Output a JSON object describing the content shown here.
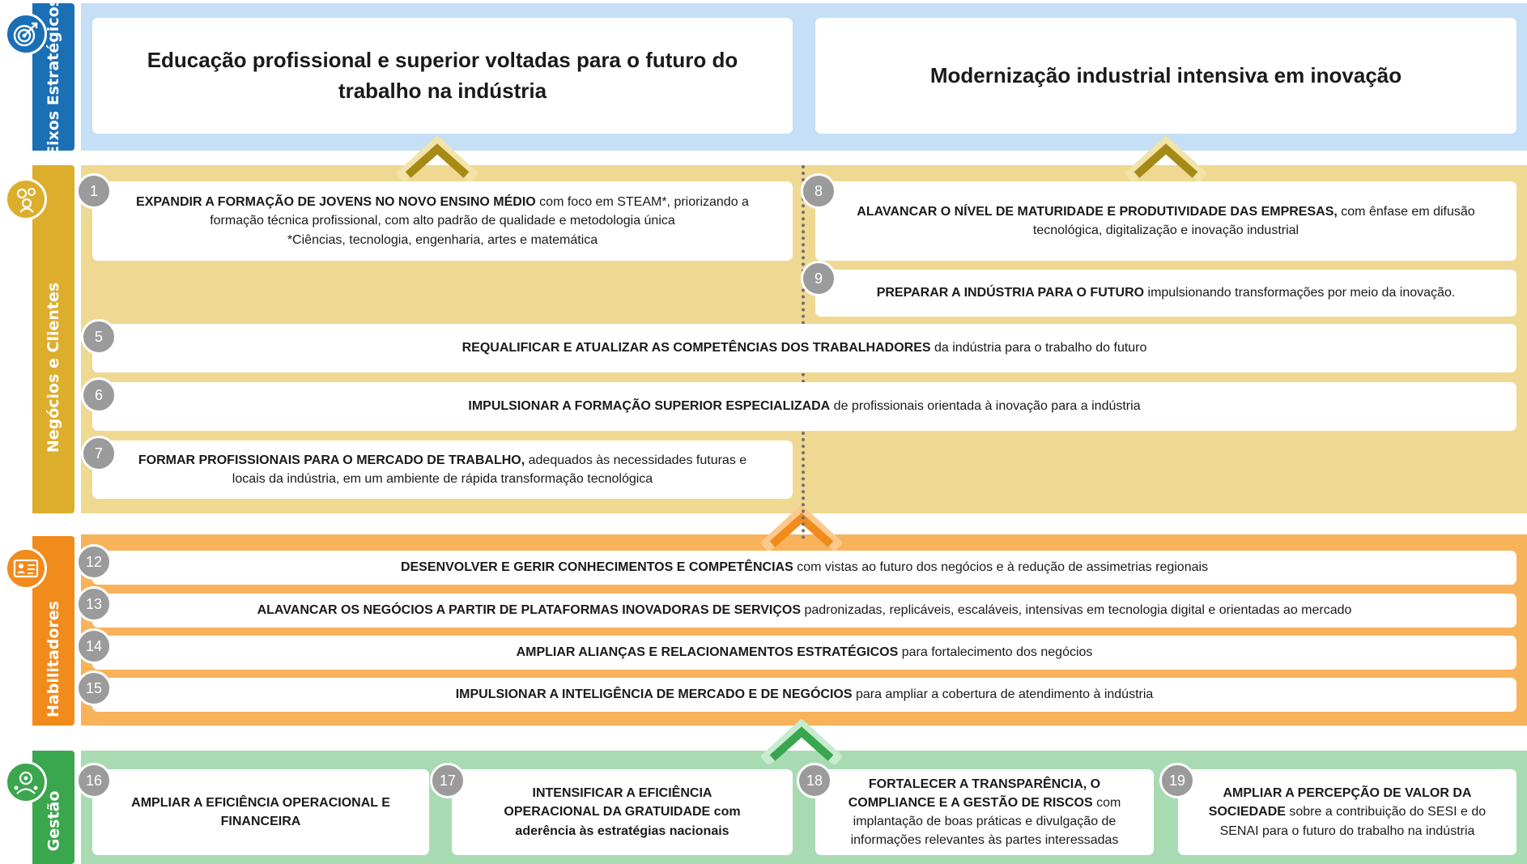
{
  "sections": {
    "eixos": {
      "label": "Eixos Estratégicos",
      "color": "#1a6fb5"
    },
    "negocios": {
      "label": "Negócios e Clientes",
      "color": "#dcae2c"
    },
    "habilitadores": {
      "label": "Habilitadores",
      "color": "#f08b1c"
    },
    "gestao": {
      "label": "Gestão",
      "color": "#3aa64e"
    }
  },
  "eixos": {
    "left": "Educação profissional e superior voltadas para o futuro do trabalho na indústria",
    "right": "Modernização industrial intensiva em inovação"
  },
  "objectives": {
    "o1": {
      "number": "1",
      "bold": "EXPANDIR A FORMAÇÃO DE JOVENS NO NOVO ENSINO MÉDIO",
      "text": " com foco em STEAM*, priorizando a formação técnica profissional, com alto padrão de qualidade e metodologia única",
      "note": "*Ciências, tecnologia, engenharia, artes e matemática"
    },
    "o8": {
      "number": "8",
      "bold": "ALAVANCAR O NÍVEL DE MATURIDADE E PRODUTIVIDADE DAS EMPRESAS,",
      "text": " com ênfase em difusão tecnológica, digitalização e inovação industrial"
    },
    "o9": {
      "number": "9",
      "bold": "PREPARAR A INDÚSTRIA PARA O FUTURO",
      "text": " impulsionando transformações por meio da inovação."
    },
    "o5": {
      "number": "5",
      "bold": "REQUALIFICAR E ATUALIZAR AS COMPETÊNCIAS DOS TRABALHADORES",
      "text": " da indústria para o trabalho do futuro"
    },
    "o6": {
      "number": "6",
      "bold": "IMPULSIONAR A FORMAÇÃO SUPERIOR ESPECIALIZADA",
      "text": " de profissionais orientada à inovação para a indústria"
    },
    "o7": {
      "number": "7",
      "bold": "FORMAR PROFISSIONAIS PARA O MERCADO DE TRABALHO,",
      "text": " adequados às necessidades futuras e locais da indústria, em um ambiente de rápida transformação tecnológica"
    },
    "o12": {
      "number": "12",
      "bold": "DESENVOLVER E GERIR CONHECIMENTOS E COMPETÊNCIAS",
      "text": " com vistas ao futuro dos negócios e à redução de assimetrias regionais"
    },
    "o13": {
      "number": "13",
      "bold": "ALAVANCAR OS NEGÓCIOS A PARTIR DE PLATAFORMAS INOVADORAS DE SERVIÇOS",
      "text": " padronizadas, replicáveis, escaláveis, intensivas em tecnologia digital e orientadas ao mercado"
    },
    "o14": {
      "number": "14",
      "bold": "AMPLIAR ALIANÇAS E RELACIONAMENTOS ESTRATÉGICOS",
      "text": " para fortalecimento dos negócios"
    },
    "o15": {
      "number": "15",
      "bold": "IMPULSIONAR A INTELIGÊNCIA DE MERCADO E DE NEGÓCIOS",
      "text": " para ampliar a cobertura de atendimento à indústria"
    },
    "o16": {
      "number": "16",
      "bold": "AMPLIAR A EFICIÊNCIA OPERACIONAL E FINANCEIRA",
      "text": ""
    },
    "o17": {
      "number": "17",
      "bold": "INTENSIFICAR A EFICIÊNCIA OPERACIONAL DA GRATUIDADE com aderência às estratégias nacionais",
      "text": ""
    },
    "o18": {
      "number": "18",
      "bold": "FORTALECER A TRANSPARÊNCIA, O COMPLIANCE E A GESTÃO DE RISCOS",
      "text": " com implantação de boas práticas e divulgação de informações relevantes às partes interessadas"
    },
    "o19": {
      "number": "19",
      "bold": "AMPLIAR A PERCEPÇÃO DE VALOR DA SOCIEDADE",
      "text": " sobre a contribuição do SESI e do SENAI para o futuro do trabalho na indústria"
    }
  },
  "icons": {
    "eixos": "target-icon",
    "negocios": "people-icon",
    "habilitadores": "id-card-icon",
    "gestao": "manager-icon",
    "arrow": "chevron-up-icon"
  }
}
